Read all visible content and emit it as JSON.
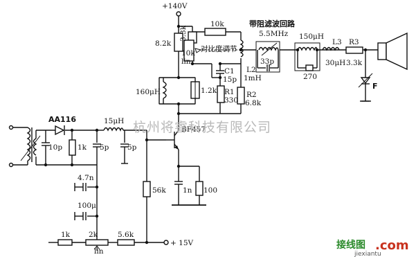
{
  "supply": {
    "top": "+140V",
    "bottom": "+ 15V"
  },
  "filter_title": "带阻滤波回路",
  "components": {
    "r_3_3k": "3.3k",
    "r_10k": "10k",
    "r_8_2k": "8.2k",
    "pot_10k": "10k",
    "pot_lin_top": "lin",
    "contrast_label": "对比度调节",
    "freq": "5.5MHz",
    "c_33p": "33p",
    "l_150uh": "150μH",
    "r_270": "270",
    "l3": "L3",
    "l3_val": "30μH",
    "r3": "R3",
    "r3_val": "3.3k",
    "diode_f": "F",
    "c1": "C1",
    "c1_val": "15p",
    "l2": "L2",
    "l2_val": "1mH",
    "r1": "R1",
    "r1_val": "330",
    "r2": "R2",
    "r2_val": "6.8k",
    "l_160uh": "160μH",
    "r_1_2k": "1.2k",
    "transistor": "BF457",
    "diode_aa116": "AA116",
    "c_10p": "10p",
    "r_1k_a": "1k",
    "l_15uh": "15μH",
    "c_5p_a": "5p",
    "c_5p_b": "5p",
    "c_4_7n": "4.7n",
    "c_100u": "100μ",
    "r_56k": "56k",
    "c_1n": "1n",
    "r_100": "100",
    "r_1k_b": "1k",
    "pot_2k": "2k",
    "pot_lin_bottom": "lin",
    "r_5_6k": "5.6k"
  },
  "watermark": "杭州将睿科技有限公司",
  "logo": {
    "cn": "接线图",
    "com": ".com",
    "url": "jiexiantu"
  }
}
